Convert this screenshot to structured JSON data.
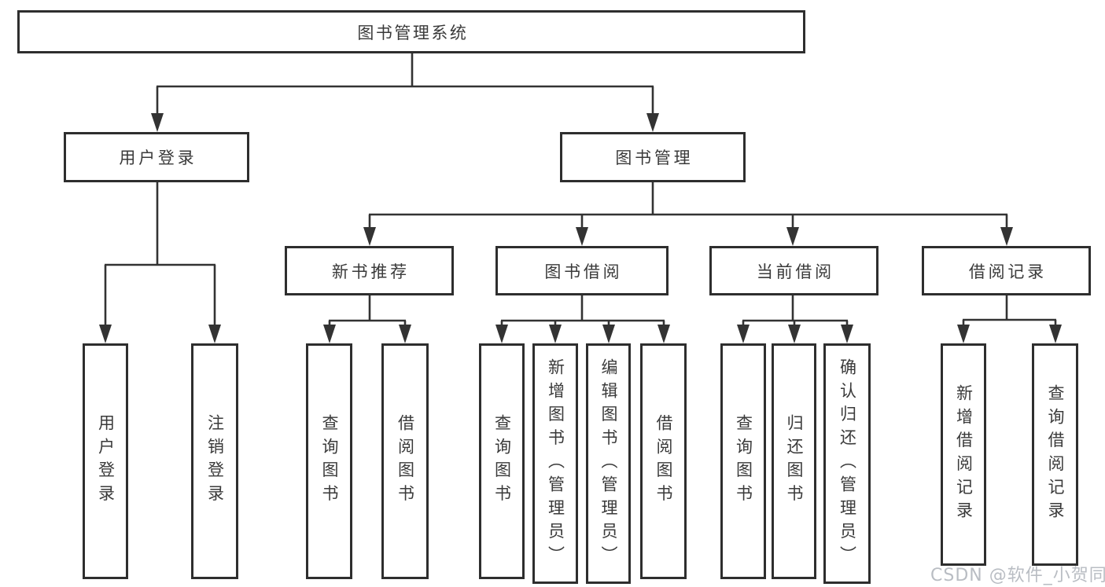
{
  "tree": {
    "root": "图书管理系统",
    "user": {
      "label": "用户登录",
      "children": [
        "用户登录",
        "注销登录"
      ]
    },
    "mgmt": {
      "label": "图书管理",
      "groups": [
        {
          "label": "新书推荐",
          "children": [
            "查询图书",
            "借阅图书"
          ]
        },
        {
          "label": "图书借阅",
          "children": [
            "查询图书",
            "新增图书（管理员）",
            "编辑图书（管理员）",
            "借阅图书"
          ]
        },
        {
          "label": "当前借阅",
          "children": [
            "查询图书",
            "归还图书",
            "确认归还（管理员）"
          ]
        },
        {
          "label": "借阅记录",
          "children": [
            "新增借阅记录",
            "查询借阅记录"
          ]
        }
      ]
    }
  },
  "watermark": "CSDN @软件_小贺同学",
  "colors": {
    "line": "#333333",
    "border": "#2e2e2e",
    "text": "#3a3a3a",
    "watermark": "#b9bdc3",
    "background": "#ffffff"
  }
}
